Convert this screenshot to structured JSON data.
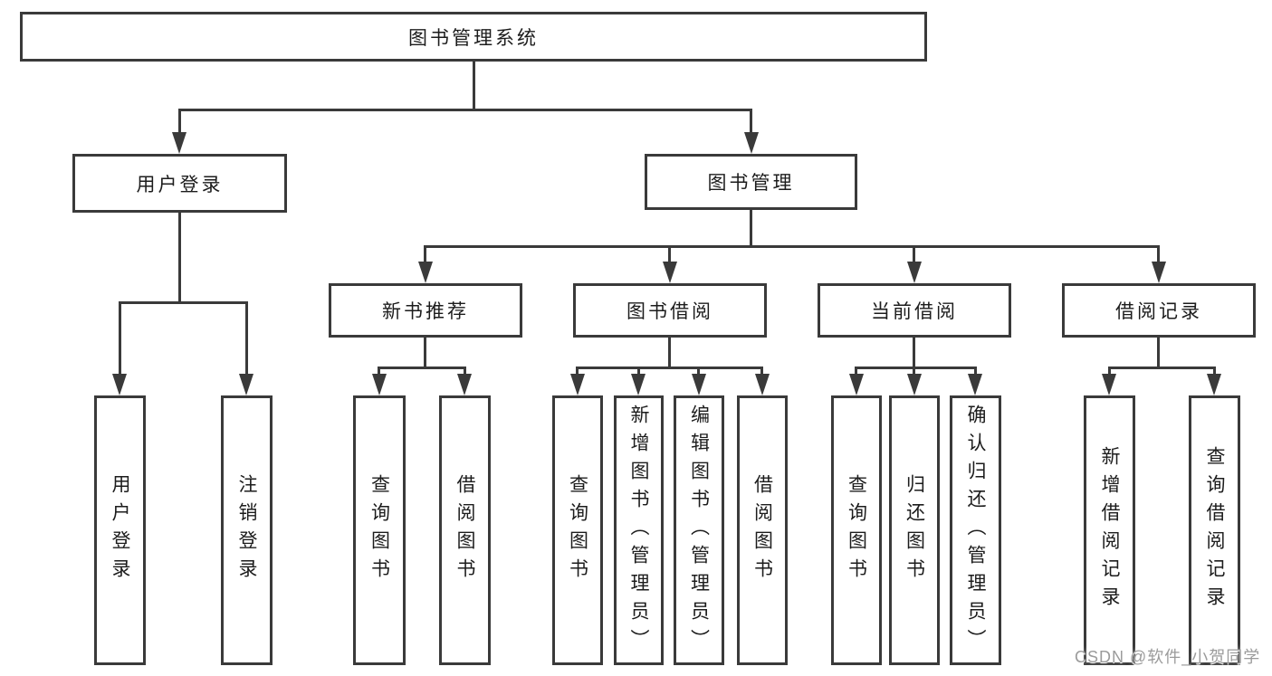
{
  "colors": {
    "line": "#3a3a3a",
    "text": "#1c1c1c",
    "background": "#ffffff",
    "watermark": "#9b9b9b"
  },
  "nodes": {
    "root": {
      "label": "图书管理系统"
    },
    "user_login": {
      "label": "用户登录"
    },
    "book_mgmt": {
      "label": "图书管理"
    },
    "new_book": {
      "label": "新书推荐"
    },
    "book_borrow": {
      "label": "图书借阅"
    },
    "current_borrow": {
      "label": "当前借阅"
    },
    "borrow_records": {
      "label": "借阅记录"
    },
    "leaves": {
      "user_login_children": [
        "用户登录",
        "注销登录"
      ],
      "new_book_children": [
        "查询图书",
        "借阅图书"
      ],
      "book_borrow_children": [
        "查询图书",
        "新增图书（管理员）",
        "编辑图书（管理员）",
        "借阅图书"
      ],
      "current_borrow_children": [
        "查询图书",
        "归还图书",
        "确认归还（管理员）"
      ],
      "borrow_records_children": [
        "新增借阅记录",
        "查询借阅记录"
      ]
    }
  },
  "watermark": {
    "text": "CSDN @软件_小贺同学"
  }
}
